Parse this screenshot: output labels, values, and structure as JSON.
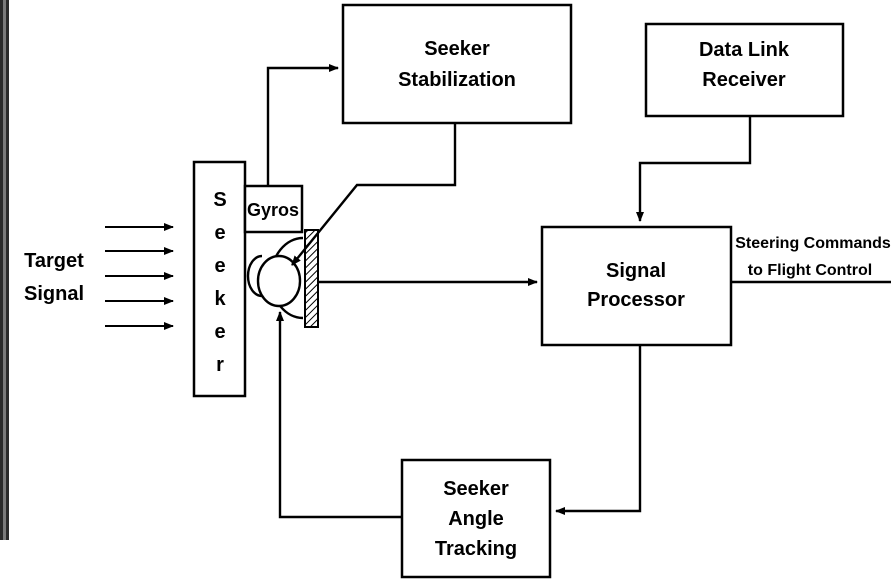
{
  "blocks": {
    "stabilization": [
      "Seeker",
      "Stabilization"
    ],
    "datalink": [
      "Data Link",
      "Receiver"
    ],
    "processor": [
      "Signal",
      "Processor"
    ],
    "tracking": [
      "Seeker",
      "Angle",
      "Tracking"
    ],
    "gyros": "Gyros",
    "seeker_letters": [
      "S",
      "e",
      "e",
      "k",
      "e",
      "r"
    ]
  },
  "labels": {
    "target": [
      "Target",
      "Signal"
    ],
    "steering": [
      "Steering Commands",
      "to Flight Control"
    ]
  }
}
